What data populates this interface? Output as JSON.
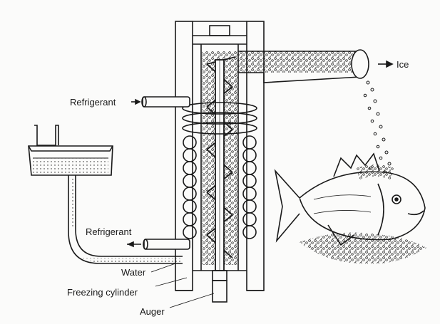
{
  "labels": {
    "refrigerant_top": "Refrigerant",
    "refrigerant_bottom": "Refrigerant",
    "ice": "Ice",
    "water": "Water",
    "freezing_cylinder": "Freezing cylinder",
    "auger": "Auger"
  },
  "colors": {
    "ink": "#1a1a1a",
    "paper": "#fbfbfa"
  }
}
